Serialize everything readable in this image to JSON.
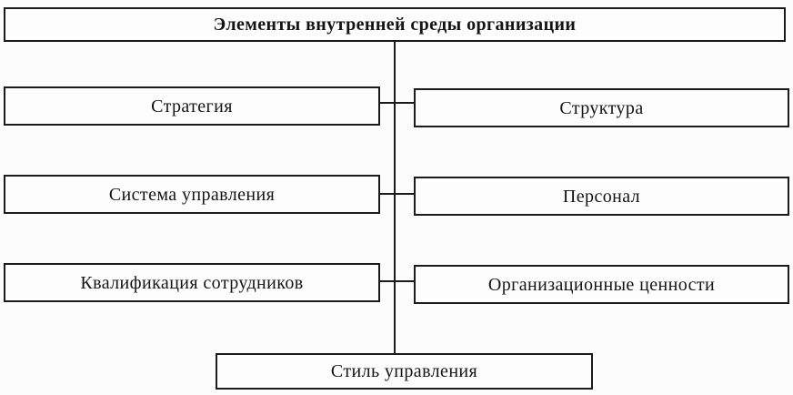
{
  "diagram": {
    "title": "Элементы внутренней среды организации",
    "left_column": [
      "Стратегия",
      "Система управления",
      "Квалификация сотрудников"
    ],
    "right_column": [
      "Структура",
      "Персонал",
      "Организационные ценности"
    ],
    "bottom": "Стиль управления",
    "colors": {
      "border": "#1b1b1b",
      "background": "#fcfcfc",
      "box_fill": "#fdfdfd",
      "text": "#141414"
    },
    "layout": {
      "connector_style": "central-vertical-spine-with-horizontal-branches"
    }
  }
}
